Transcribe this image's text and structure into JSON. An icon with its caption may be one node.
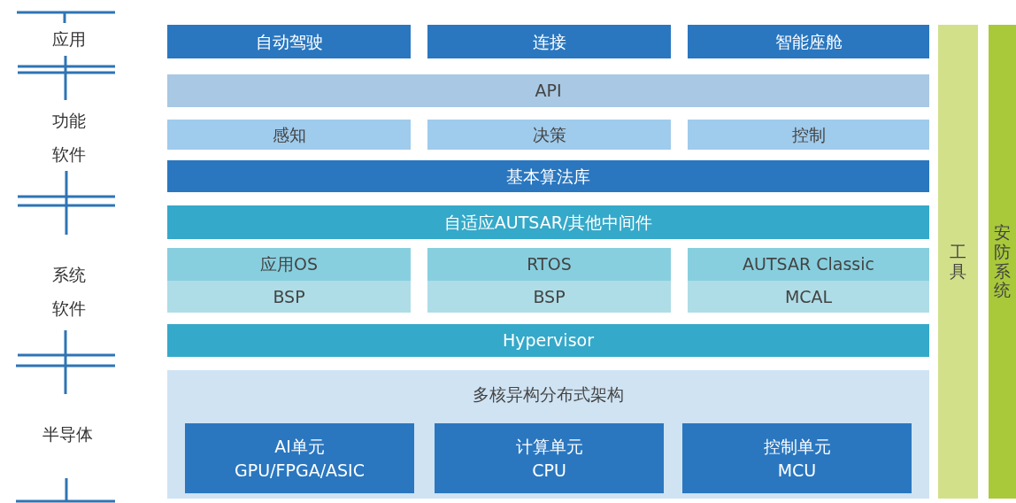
{
  "diagram": {
    "nodes": [
      {
        "text": [
          "自动驾驶"
        ]
      },
      {
        "text": [
          "连接"
        ]
      },
      {
        "text": [
          "智能座舱"
        ]
      },
      {
        "text": [
          "API"
        ]
      },
      {
        "text": [
          "感知"
        ]
      },
      {
        "text": [
          "决策"
        ]
      },
      {
        "text": [
          "控制"
        ]
      },
      {
        "text": [
          "基本算法库"
        ]
      },
      {
        "text": [
          "自适应AUTSAR/其他中间件"
        ]
      },
      {
        "text": [
          "应用OS"
        ]
      },
      {
        "text": [
          "RTOS"
        ]
      },
      {
        "text": [
          "AUTSAR Classic"
        ]
      },
      {
        "text": [
          "BSP"
        ]
      },
      {
        "text": [
          "BSP"
        ]
      },
      {
        "text": [
          "MCAL"
        ]
      },
      {
        "text": [
          "Hypervisor"
        ]
      },
      {
        "text": [
          "多核异构分布式架构"
        ]
      },
      {
        "text": [
          "AI单元",
          "GPU/FPGA/ASIC"
        ],
        "in": 16
      },
      {
        "text": [
          "计算单元",
          "CPU"
        ],
        "in": 16
      },
      {
        "text": [
          "控制单元",
          "MCU"
        ],
        "in": 16
      },
      {
        "text": [
          "工具"
        ]
      },
      {
        "text": [
          "安防系统"
        ]
      }
    ],
    "labels": [
      "应用",
      "功能软件",
      "系统软件",
      "半导体"
    ]
  }
}
